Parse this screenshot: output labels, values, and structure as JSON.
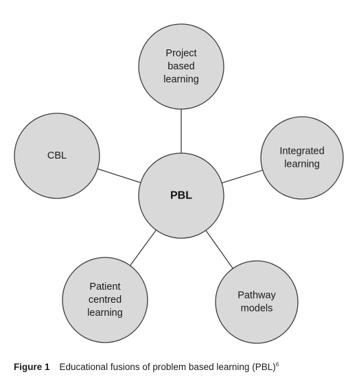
{
  "diagram": {
    "center": {
      "id": "pbl",
      "label": [
        "PBL"
      ]
    },
    "nodes": [
      {
        "id": "project",
        "label": [
          "Project",
          "based",
          "learning"
        ]
      },
      {
        "id": "integrated",
        "label": [
          "Integrated",
          "learning"
        ]
      },
      {
        "id": "pathway",
        "label": [
          "Pathway",
          "models"
        ]
      },
      {
        "id": "patient",
        "label": [
          "Patient",
          "centred",
          "learning"
        ]
      },
      {
        "id": "cbl",
        "label": [
          "CBL"
        ]
      }
    ]
  },
  "caption": {
    "figure_label": "Figure 1",
    "text": "Educational fusions of problem based learning (PBL)",
    "superscript": "6"
  }
}
